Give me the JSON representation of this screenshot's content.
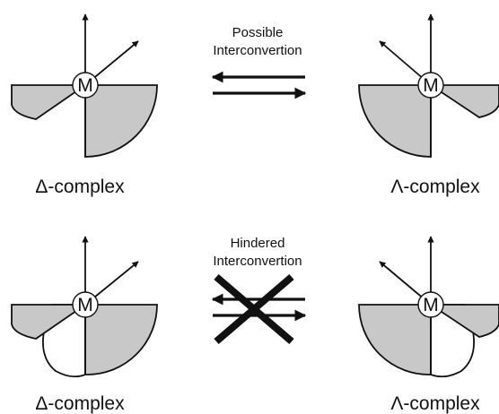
{
  "colors": {
    "stroke": "#111111",
    "fill_gray": "#c8c8c8",
    "fill_white": "#ffffff",
    "background": "#ffffff"
  },
  "metal_label": "M",
  "top_row": {
    "note_line1": "Possible",
    "note_line2": "Interconvertion",
    "left_caption": "Δ-complex",
    "right_caption": "Λ-complex"
  },
  "bottom_row": {
    "note_line1": "Hindered",
    "note_line2": "Interconvertion",
    "left_caption": "Δ-complex",
    "right_caption": "Λ-complex"
  }
}
